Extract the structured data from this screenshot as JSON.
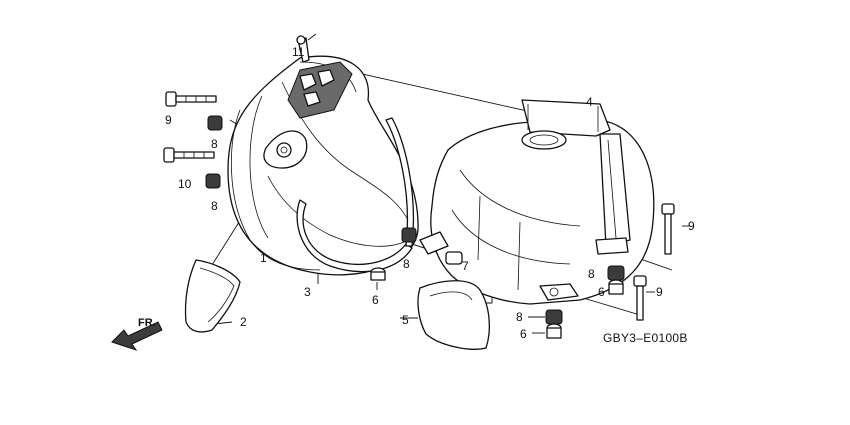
{
  "diagram": {
    "code": "GBY3–E0100B",
    "direction": "FR.",
    "callouts": [
      "11",
      "9",
      "8",
      "10",
      "8",
      "1",
      "2",
      "3",
      "6",
      "8",
      "7",
      "5",
      "4",
      "9",
      "8",
      "6",
      "9",
      "8",
      "6"
    ]
  }
}
